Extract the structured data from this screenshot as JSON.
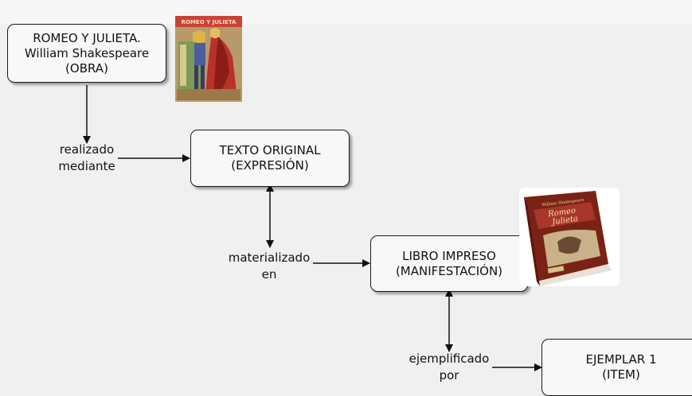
{
  "nodes": {
    "obra": {
      "line1": "ROMEO Y JULIETA.",
      "line2": "William Shakespeare",
      "line3": "(OBRA)"
    },
    "expresion": {
      "line1": "TEXTO ORIGINAL",
      "line2": "(EXPRESIÓN)"
    },
    "manifestacion": {
      "line1": "LIBRO IMPRESO",
      "line2": "(MANIFESTACIÓN)"
    },
    "item": {
      "line1": "EJEMPLAR 1",
      "line2": "(ITEM)"
    }
  },
  "relations": {
    "realizado": {
      "line1": "realizado",
      "line2": "mediante"
    },
    "materializado": {
      "line1": "materializado",
      "line2": "en"
    },
    "ejemplificado": {
      "line1": "ejemplificado",
      "line2": "por"
    }
  },
  "images": {
    "poster_title": "ROMEO Y JULIETA",
    "book_title_line1": "Romeo",
    "book_title_line2": "Julieta",
    "book_author": "William Shakespeare"
  },
  "colors": {
    "background": "#f0f0f0",
    "box_fill": "#f8f8f8",
    "stroke": "#1a1a1a",
    "book_cover": "#8b2a1c",
    "poster_red": "#c0392b"
  }
}
